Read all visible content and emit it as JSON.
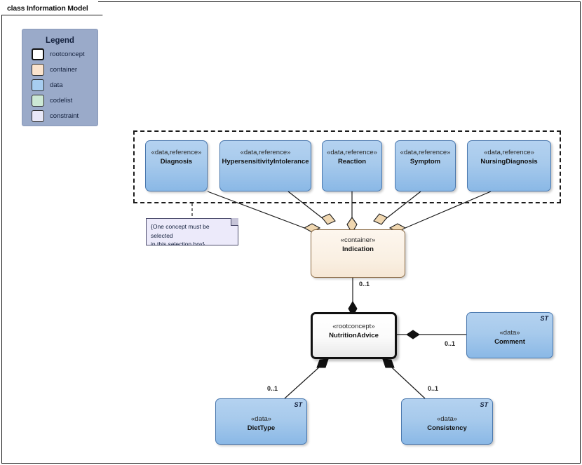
{
  "diagram": {
    "title": "class Information Model",
    "background": "#ffffff",
    "border_color": "#1b1b1b"
  },
  "legend": {
    "title": "Legend",
    "panel_color": "#9aaac9",
    "items": [
      {
        "label": "rootconcept",
        "color": "#ffffff",
        "style": "thick"
      },
      {
        "label": "container",
        "color": "#fae3cd",
        "style": "normal"
      },
      {
        "label": "data",
        "color": "#a7cdf0",
        "style": "normal"
      },
      {
        "label": "codelist",
        "color": "#cce8d5",
        "style": "normal"
      },
      {
        "label": "constraint",
        "color": "#e8e8f8",
        "style": "normal"
      }
    ]
  },
  "selection_box": {
    "name": "concept-selection-box",
    "style": "dashed",
    "classes": [
      {
        "stereotype": "«data,reference»",
        "name": "Diagnosis",
        "kind": "data"
      },
      {
        "stereotype": "«data,reference»",
        "name": "HypersensitivityIntolerance",
        "kind": "data"
      },
      {
        "stereotype": "«data,reference»",
        "name": "Reaction",
        "kind": "data"
      },
      {
        "stereotype": "«data,reference»",
        "name": "Symptom",
        "kind": "data"
      },
      {
        "stereotype": "«data,reference»",
        "name": "NursingDiagnosis",
        "kind": "data"
      }
    ]
  },
  "note": {
    "line1": "{One concept must be selected",
    "line2": "in this selection box}"
  },
  "classes": {
    "indication": {
      "stereotype": "«container»",
      "name": "Indication",
      "kind": "container"
    },
    "nutritionadvice": {
      "stereotype": "«rootconcept»",
      "name": "NutritionAdvice",
      "kind": "rootconcept"
    },
    "comment": {
      "stereotype": "«data»",
      "name": "Comment",
      "kind": "data",
      "type_marker": "ST"
    },
    "diettype": {
      "stereotype": "«data»",
      "name": "DietType",
      "kind": "data",
      "type_marker": "ST"
    },
    "consistency": {
      "stereotype": "«data»",
      "name": "Consistency",
      "kind": "data",
      "type_marker": "ST"
    }
  },
  "multiplicities": {
    "indication_to_nutritionadvice": "0..1",
    "nutritionadvice_to_comment": "0..1",
    "nutritionadvice_to_diettype": "0..1",
    "nutritionadvice_to_consistency": "0..1"
  }
}
